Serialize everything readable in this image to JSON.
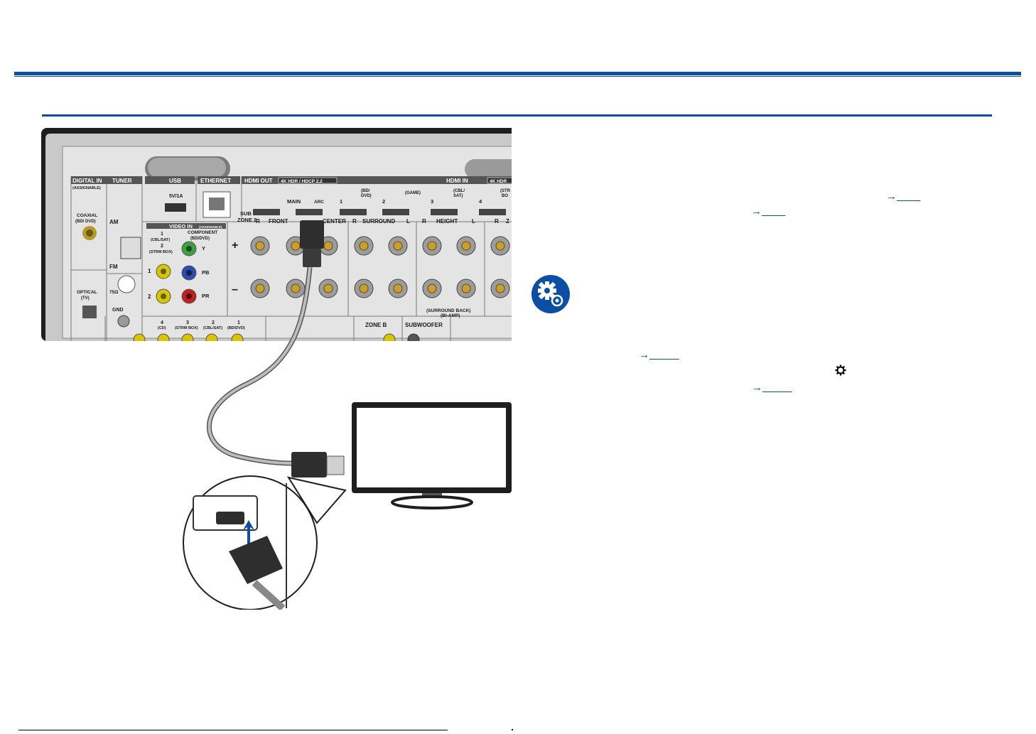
{
  "panel": {
    "digital_in": "DIGITAL IN",
    "digital_in_sub": "(ASSIGNABLE)",
    "coaxial": "COAXIAL",
    "coaxial_sub": "(BD/ DVD)",
    "optical": "OPTICAL",
    "optical_sub": "(TV)",
    "tuner": "TUNER",
    "am": "AM",
    "fm": "FM",
    "fm_ohm": "75Ω",
    "gnd": "GND",
    "usb": "USB",
    "usb_rating": "5V/1A",
    "ethernet": "ETHERNET",
    "hdmi_out": "HDMI OUT",
    "hdmi_out_spec": "4K HDR / HDCP 2.2",
    "sub_zone2_a": "SUB",
    "sub_zone2_b": "ZONE 2",
    "main": "MAIN",
    "arc": "ARC",
    "hdmi_in": "HDMI IN",
    "hdmi_in_spec": "4K HDR",
    "in1_num": "1",
    "in1_label_a": "(BD/",
    "in1_label_b": "DVD)",
    "in2_num": "2",
    "in2_label": "(GAME)",
    "in3_num": "3",
    "in3_label_a": "(CBL/",
    "in3_label_b": "SAT)",
    "in4_num": "4",
    "in4_label_a": "(STR",
    "in4_label_b": "BO",
    "video_in": "VIDEO IN",
    "video_in_sub": "(ASSIGNABLE)",
    "vid1": "1",
    "vid1_label": "(CBL/SAT)",
    "vid2": "2",
    "vid2_label": "(STRM BOX)",
    "component": "COMPONENT",
    "component_sub": "(BD/DVD)",
    "comp_y": "Y",
    "comp_pb": "PB",
    "comp_pr": "PR",
    "row_1": "1",
    "row_2": "2",
    "plus": "+",
    "minus": "–",
    "front_r": "R",
    "front": "FRONT",
    "center": "CENTER",
    "surround_r": "R",
    "surround": "SURROUND",
    "surround_l": "L",
    "height_r": "R",
    "height": "HEIGHT",
    "height_l": "L",
    "zone_r": "R",
    "zone_z": "Z",
    "surround_back": "(SURROUND BACK)",
    "bi_amp": "(BI-AMP)",
    "zone_b": "ZONE B",
    "subwoofer": "SUBWOOFER",
    "ain4": "4",
    "ain4_label": "(CD)",
    "ain3": "3",
    "ain3_label": "(STRM BOX)",
    "ain2": "2",
    "ain2_label": "(CBL/SAT)",
    "ain1": "1",
    "ain1_label": "(BD/DVD)"
  },
  "xrefs": {
    "ref1_arrow": "→",
    "ref2_arrow": "→",
    "ref3_arrow": "→",
    "ref4_arrow": "→"
  },
  "colors": {
    "accent": "#0a4fa3"
  },
  "icons": {
    "settings_badge": "settings-gears-icon",
    "inline_gear": "gear-icon"
  }
}
